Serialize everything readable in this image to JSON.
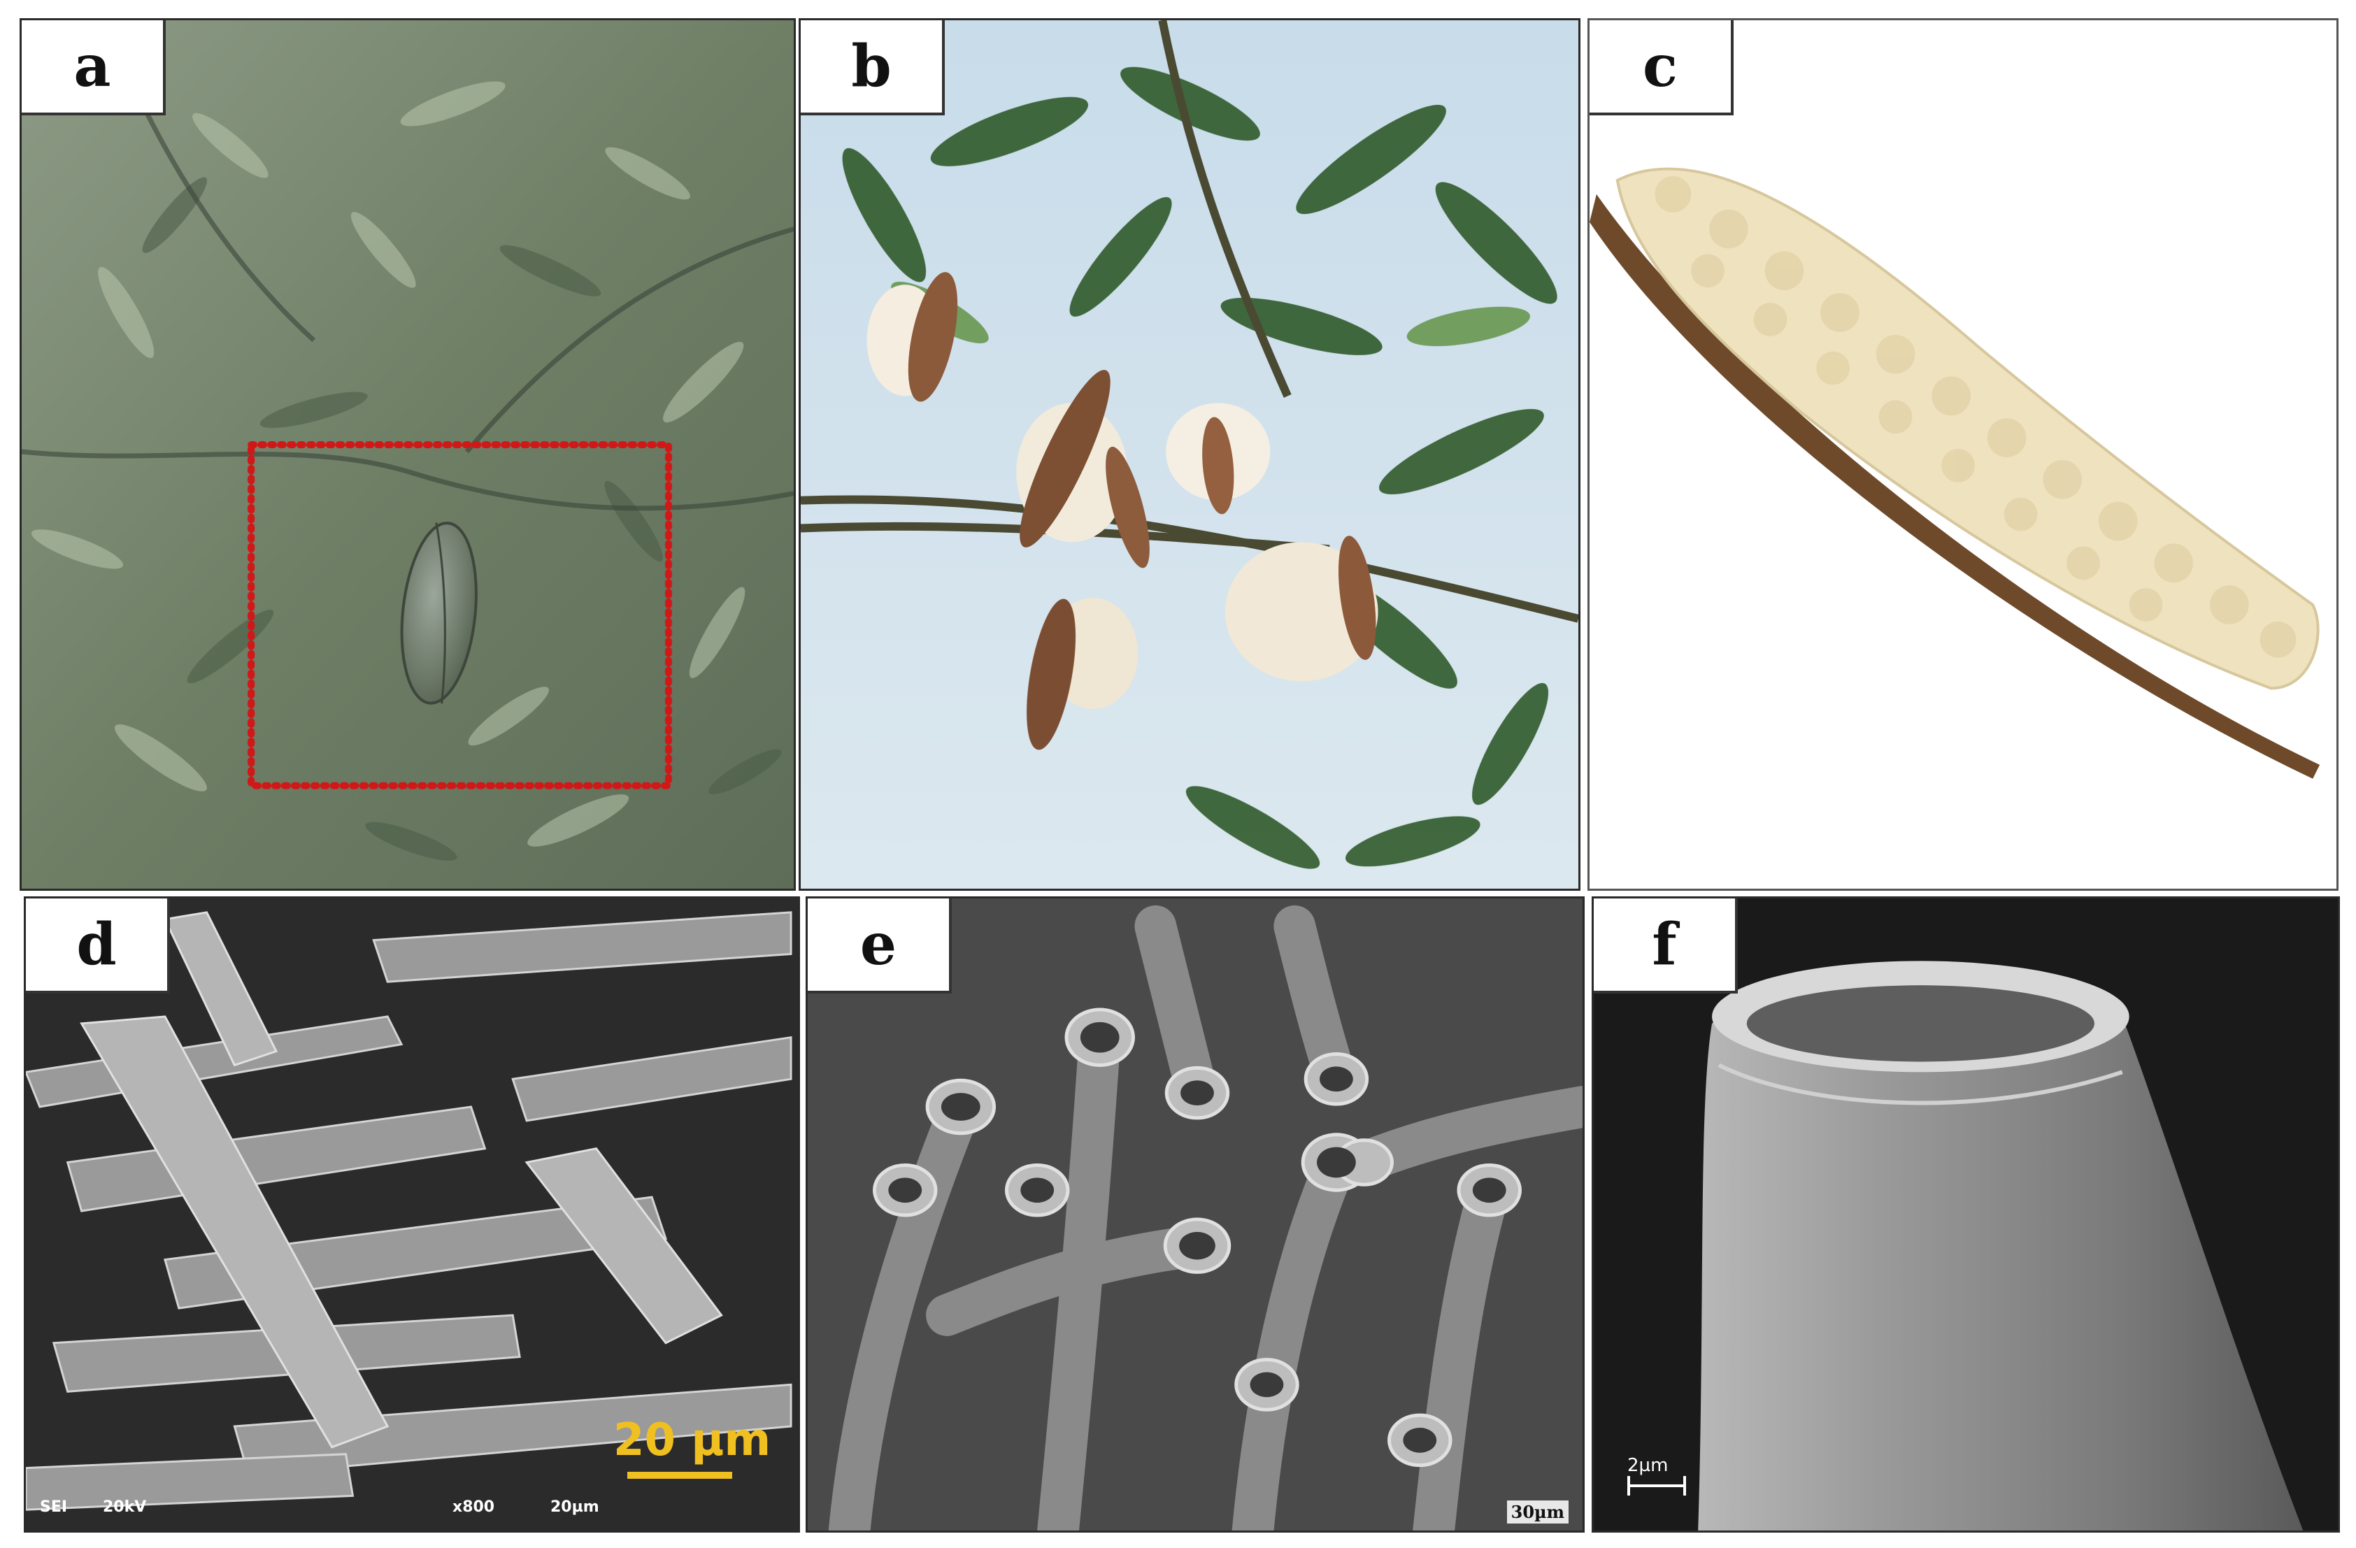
{
  "panels": [
    {
      "label": "a"
    },
    {
      "label": "b"
    },
    {
      "label": "c"
    },
    {
      "label": "d",
      "scale_bar": "20 µm",
      "footer": {
        "detector": "SEI",
        "voltage": "20kV",
        "magnification": "x800",
        "scale": "20µm"
      }
    },
    {
      "label": "e",
      "scale": "30µm"
    },
    {
      "label": "f",
      "scale": "2µm"
    }
  ]
}
